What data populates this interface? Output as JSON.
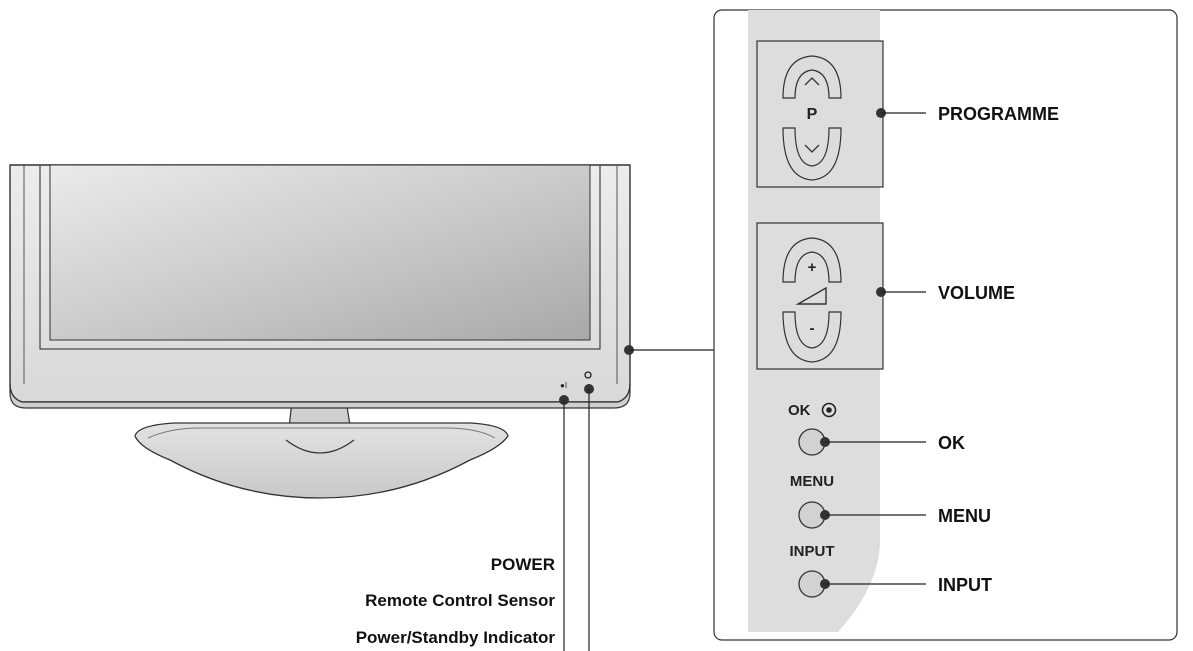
{
  "panel": {
    "button_labels": {
      "programme_letter": "P",
      "volume_plus": "+",
      "volume_minus": "-",
      "ok": "OK",
      "menu": "MENU",
      "input": "INPUT"
    }
  },
  "callouts": {
    "programme": "PROGRAMME",
    "volume": "VOLUME",
    "ok": "OK",
    "menu": "MENU",
    "input": "INPUT"
  },
  "tv_labels": {
    "power": "POWER",
    "remote_sensor": "Remote Control Sensor",
    "standby_indicator": "Power/Standby Indicator"
  },
  "colors": {
    "panel_fill": "#dddddd",
    "tv_body": "#e4e4e4",
    "screen_light": "#e6e6e6",
    "screen_dark": "#a9a9a9",
    "stand": "#d6d6d6",
    "outline": "#333333",
    "line": "#222222"
  }
}
